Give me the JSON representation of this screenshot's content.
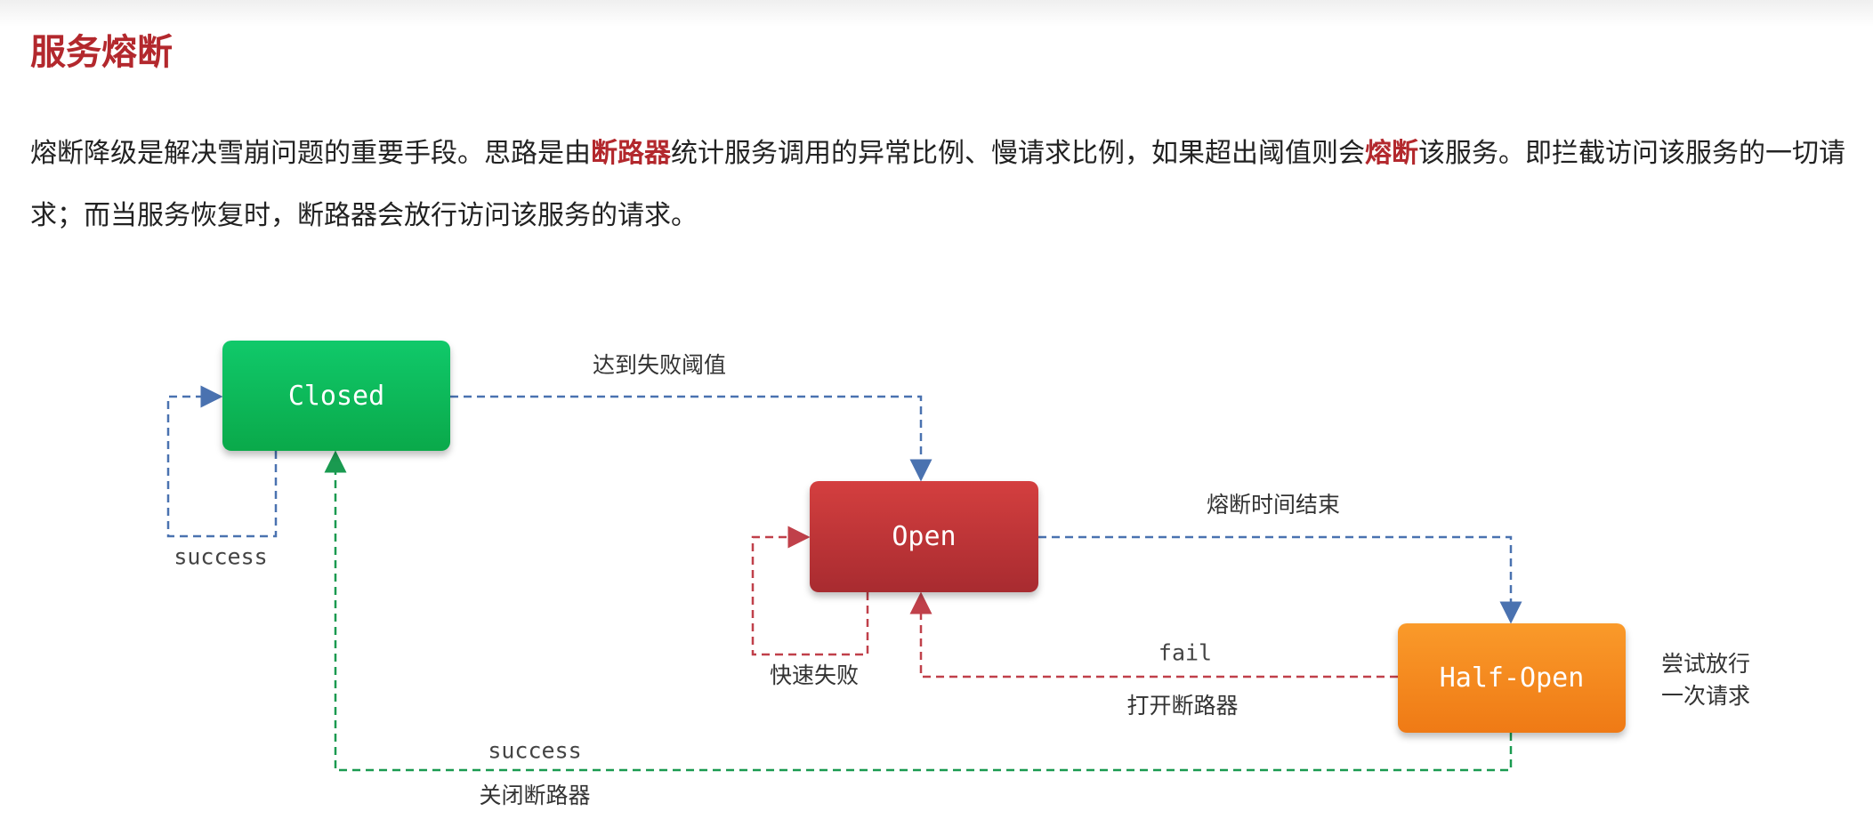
{
  "title": "服务熔断",
  "paragraph": {
    "p1": "熔断降级是解决雪崩问题的重要手段。思路是由",
    "h1": "断路器",
    "p2": "统计服务调用的异常比例、慢请求比例，如果超出阈值则会",
    "h2": "熔断",
    "p3": "该服务。即拦截访问该服务的一切请求；而当服务恢复时，断路器会放行访问该服务的请求。"
  },
  "diagram": {
    "states": {
      "closed": "Closed",
      "open": "Open",
      "half_open": "Half-Open"
    },
    "labels": {
      "closed_to_open": "达到失败阈值",
      "closed_self": "success",
      "open_to_half": "熔断时间结束",
      "open_self": "快速失败",
      "half_to_open_top": "fail",
      "half_to_open_bottom": "打开断路器",
      "half_to_closed_top": "success",
      "half_to_closed_bottom": "关闭断路器",
      "half_note_1": "尝试放行",
      "half_note_2": "一次请求"
    },
    "colors": {
      "blue": "#4a72b0",
      "red": "#c0404a",
      "green": "#1a9a50",
      "closed_fill": "#0fbf5f",
      "open_fill": "#c93a3a",
      "half_fill": "#f7891f"
    }
  }
}
